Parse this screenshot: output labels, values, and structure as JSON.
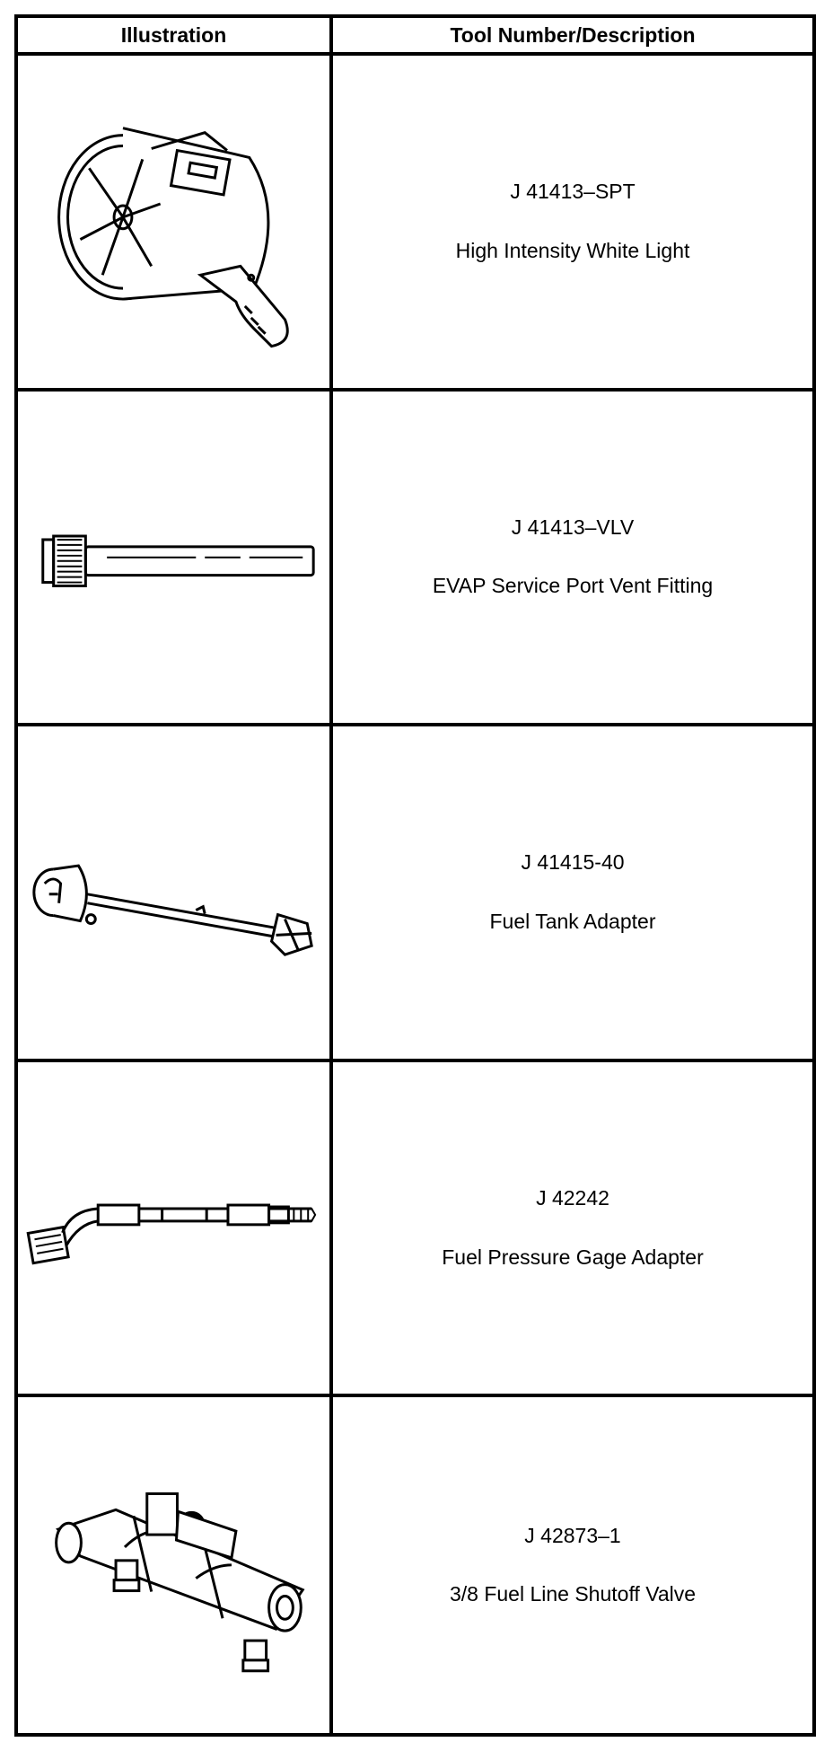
{
  "table": {
    "headers": {
      "illustration": "Illustration",
      "description": "Tool Number/Description"
    },
    "rows": [
      {
        "tool_number": "J 41413–SPT",
        "description": "High Intensity White Light",
        "icon": "spotlight-icon"
      },
      {
        "tool_number": "J 41413–VLV",
        "description": "EVAP Service Port Vent Fitting",
        "icon": "vent-fitting-icon"
      },
      {
        "tool_number": "J 41415-40",
        "description": "Fuel Tank Adapter",
        "icon": "fuel-tank-adapter-icon"
      },
      {
        "tool_number": "J 42242",
        "description": "Fuel Pressure Gage Adapter",
        "icon": "pressure-gage-adapter-icon"
      },
      {
        "tool_number": "J 42873–1",
        "description": "3/8 Fuel Line Shutoff Valve",
        "icon": "shutoff-valve-icon"
      }
    ]
  }
}
